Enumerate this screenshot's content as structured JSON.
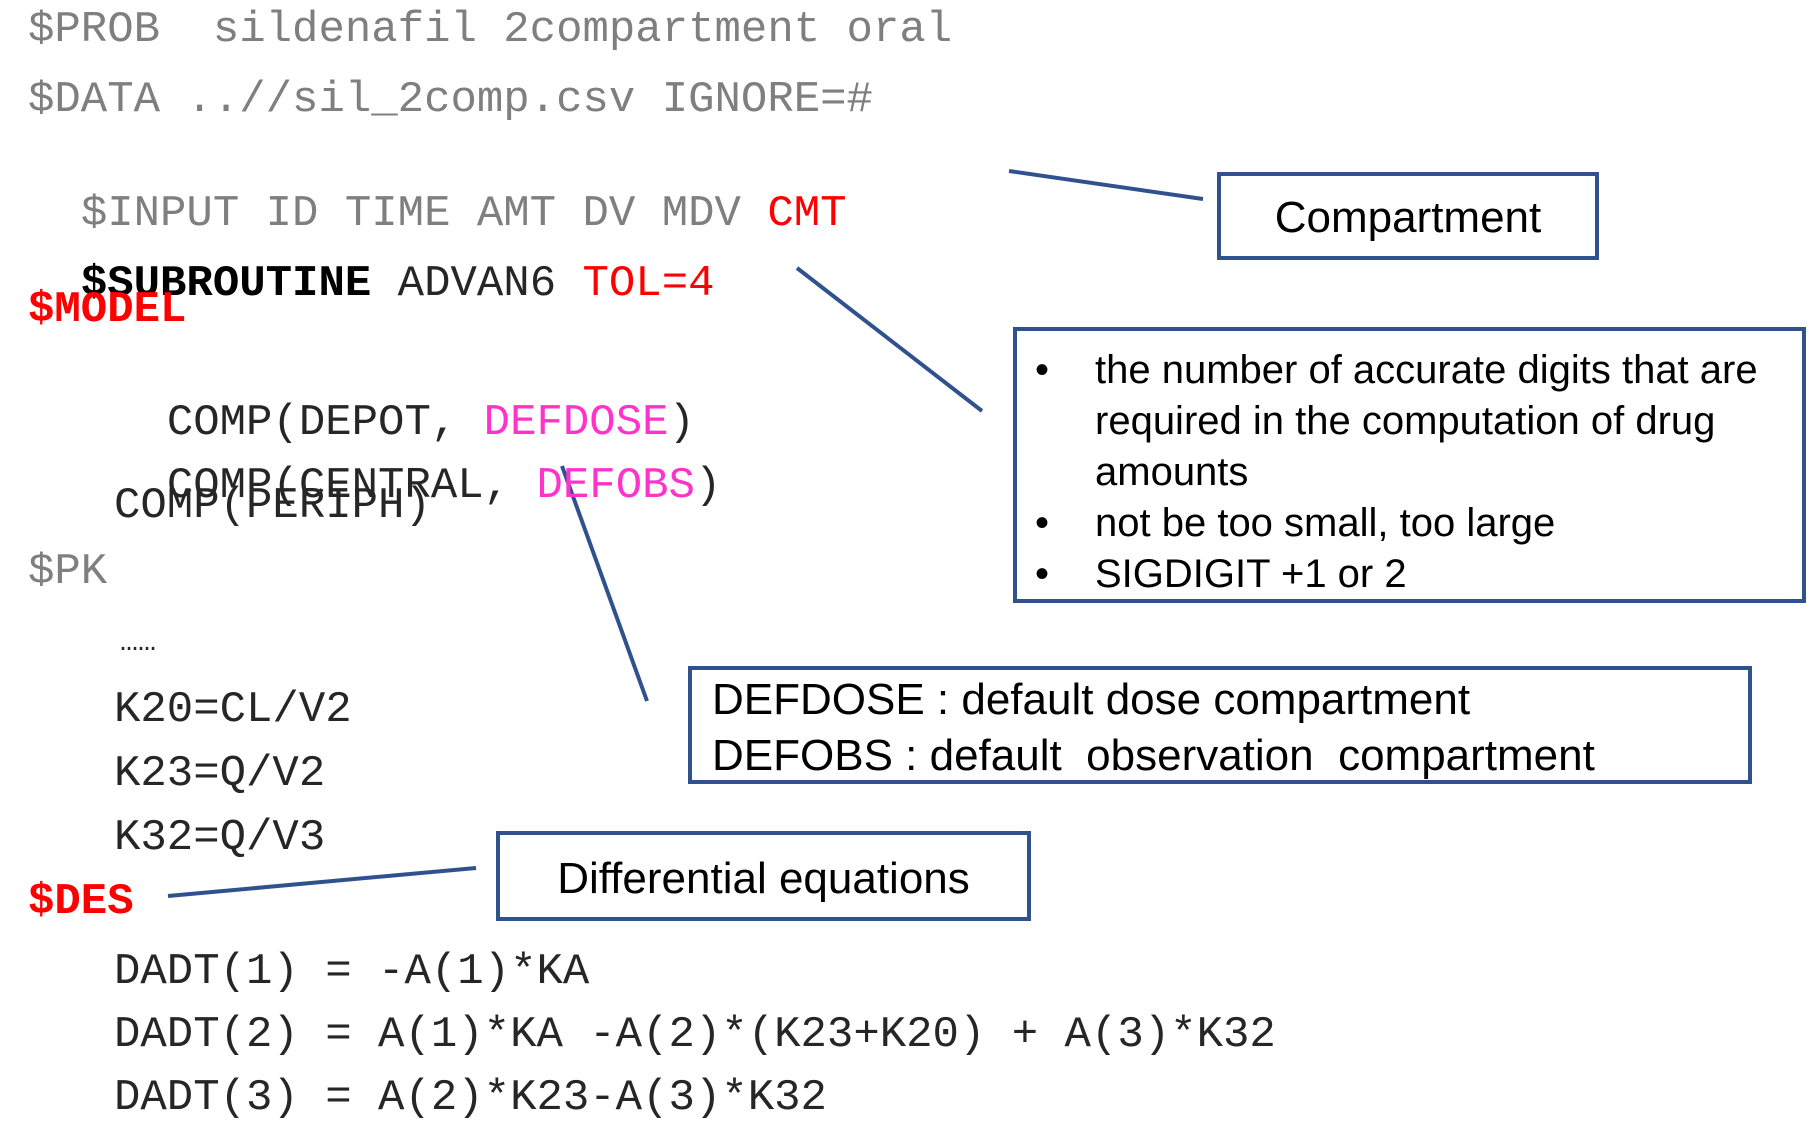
{
  "code": {
    "prob": "$PROB  sildenafil 2compartment oral",
    "data": "$DATA ..//sil_2comp.csv IGNORE=#",
    "input_prefix": "$INPUT ID TIME AMT DV MDV ",
    "input_cmt": "CMT",
    "subroutine_kw": "$SUBROUTINE",
    "subroutine_advan": " ADVAN6 ",
    "subroutine_tol": "TOL=4",
    "model_kw": "$MODEL",
    "comp1_prefix": "COMP(DEPOT, ",
    "comp1_opt": "DEFDOSE",
    "comp1_suffix": ")",
    "comp2_prefix": "COMP(CENTRAL, ",
    "comp2_opt": "DEFOBS",
    "comp2_suffix": ")",
    "comp3": "COMP(PERIPH)",
    "pk_kw": "$PK",
    "ellipsis": "……",
    "k20": "K20=CL/V2",
    "k23": "K23=Q/V2",
    "k32": "K32=Q/V3",
    "des_kw": "$DES",
    "dadt1": "DADT(1) = -A(1)*KA",
    "dadt2": "DADT(2) = A(1)*KA -A(2)*(K23+K20) + A(3)*K32",
    "dadt3": "DADT(3) = A(2)*K23-A(3)*K32"
  },
  "callouts": {
    "compartment": "Compartment",
    "tol_bullets": [
      "the number of accurate digits that are required in the computation of drug amounts",
      "not be too small, too large",
      "SIGDIGIT +1 or 2"
    ],
    "bullet_symbol": "•",
    "defdose_def": "DEFDOSE : default dose compartment",
    "defobs_def": "DEFOBS : default  observation  compartment",
    "differential": "Differential equations"
  },
  "colors": {
    "keyword_gray": "#7f7f7f",
    "code_dark": "#262626",
    "highlight_red": "#ff0000",
    "option_pink": "#ff33cc",
    "box_border": "#2f528f"
  }
}
